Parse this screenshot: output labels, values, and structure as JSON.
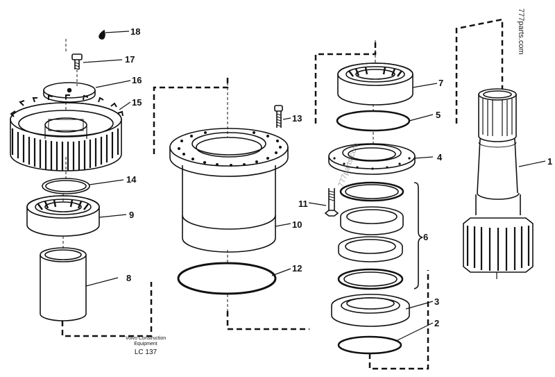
{
  "callouts": [
    "1",
    "2",
    "3",
    "4",
    "5",
    "6",
    "7",
    "8",
    "9",
    "10",
    "11",
    "12",
    "13",
    "14",
    "15",
    "16",
    "17",
    "18"
  ],
  "footer": {
    "maker_line1": "Volvo Construction",
    "maker_line2": "Equipment",
    "code": "LC 137"
  },
  "watermark": {
    "corner": "777parts.com",
    "center": "777parts.com"
  }
}
